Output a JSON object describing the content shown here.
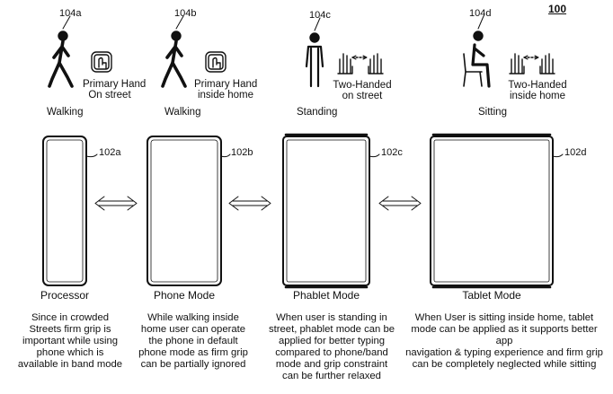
{
  "figure_number": "100",
  "scenarios": [
    {
      "ref": "104a",
      "hand_label_1": "Primary Hand",
      "hand_label_2": "On street",
      "activity": "Walking"
    },
    {
      "ref": "104b",
      "hand_label_1": "Primary Hand",
      "hand_label_2": "inside home",
      "activity": "Walking"
    },
    {
      "ref": "104c",
      "hand_label_1": "Two-Handed",
      "hand_label_2": "on street",
      "activity": "Standing"
    },
    {
      "ref": "104d",
      "hand_label_1": "Two-Handed",
      "hand_label_2": "inside home",
      "activity": "Sitting"
    }
  ],
  "devices": [
    {
      "ref": "102a",
      "mode": "Processor",
      "description": "Since in crowded\nStreets firm grip is\nimportant while using\nphone which is\navailable in band mode"
    },
    {
      "ref": "102b",
      "mode": "Phone Mode",
      "description": "While walking inside\nhome user can operate\nthe phone in default\nphone mode as firm grip\ncan be partially ignored"
    },
    {
      "ref": "102c",
      "mode": "Phablet Mode",
      "description": "When user is standing in\nstreet, phablet mode can be\napplied for better typing\ncompared to phone/band\nmode and grip constraint\ncan be further relaxed"
    },
    {
      "ref": "102d",
      "mode": "Tablet Mode",
      "description": "When User is sitting inside home, tablet\nmode can be applied as it supports better app\nnavigation & typing experience and firm grip\ncan be completely neglected while sitting"
    }
  ]
}
